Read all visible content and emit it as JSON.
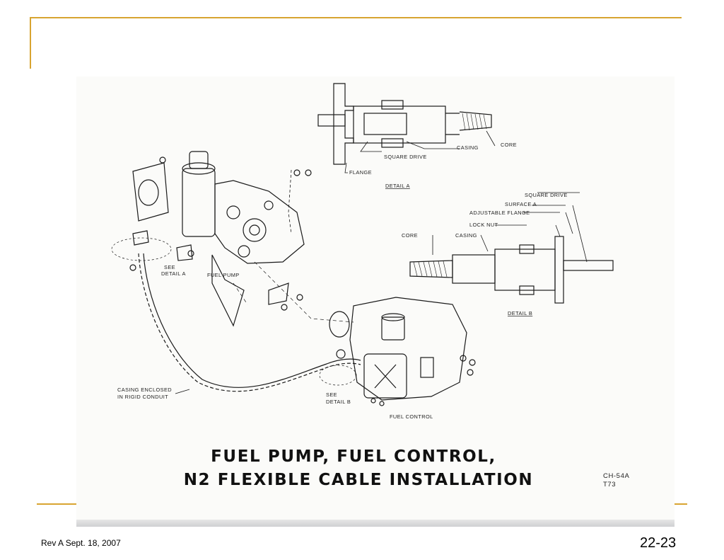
{
  "slide": {
    "title_line1": "FUEL PUMP, FUEL CONTROL,",
    "title_line2": "N2 FLEXIBLE CABLE INSTALLATION",
    "code_line1": "CH-54A",
    "code_line2": "T73",
    "footer_left": "Rev A Sept. 18, 2007",
    "page_number": "22-23",
    "accent_color": "#d8a431"
  },
  "labels": {
    "casing_a": "CASING",
    "core_a": "CORE",
    "square_drive_a": "SQUARE DRIVE",
    "flange": "FLANGE",
    "detail_a": "DETAIL A",
    "square_drive_b": "SQUARE DRIVE",
    "surface_a": "SURFACE A",
    "adjustable_flange": "ADJUSTABLE FLANGE",
    "lock_nut": "LOCK NUT",
    "core_b": "CORE",
    "casing_b": "CASING",
    "detail_b": "DETAIL B",
    "see_detail_a_1": "SEE",
    "see_detail_a_2": "DETAIL A",
    "fuel_pump": "FUEL PUMP",
    "casing_enclosed_1": "CASING ENCLOSED",
    "casing_enclosed_2": "IN RIGID CONDUIT",
    "see_detail_b_1": "SEE",
    "see_detail_b_2": "DETAIL B",
    "fuel_control": "FUEL CONTROL"
  }
}
